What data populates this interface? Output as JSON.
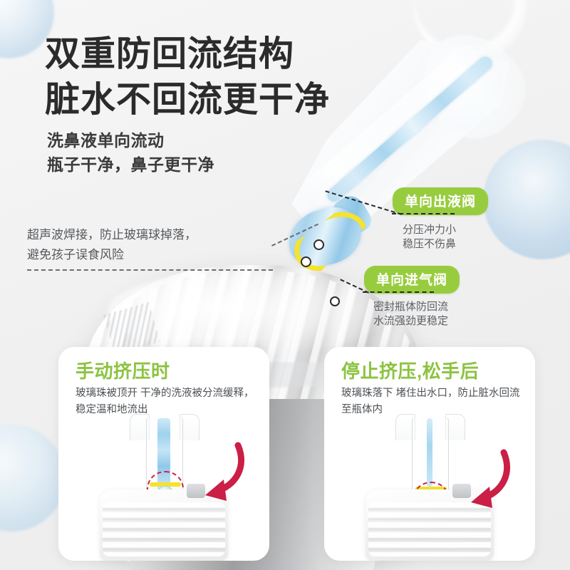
{
  "headline": {
    "line1": "双重防回流结构",
    "line2": "脏水不回流更干净"
  },
  "subheadline": {
    "line1": "洗鼻液单向流动",
    "line2": "瓶子干净，鼻子更干净"
  },
  "left_annotation": {
    "line1": "超声波焊接，防止玻璃球掉落，",
    "line2": "避免孩子误食风险"
  },
  "callouts": [
    {
      "badge": "单向出液阀",
      "desc_line1": "分压冲力小",
      "desc_line2": "稳压不伤鼻"
    },
    {
      "badge": "单向进气阀",
      "desc_line1": "密封瓶体防回流",
      "desc_line2": "水流强劲更稳定"
    }
  ],
  "cards": [
    {
      "heading": "手动挤压时",
      "body": "玻璃珠被顶开 干净的洗液被分流缓释，稳定温和地流出"
    },
    {
      "heading": "停止挤压,松手后",
      "body": "玻璃珠落下 堵住出水口，防止脏水回流至瓶体内"
    }
  ],
  "colors": {
    "badge_green": "#98cc3f",
    "heading_green": "#8cc341",
    "headline_dark": "#2b2b2b",
    "body_gray": "#5c5f63",
    "highlight_red": "#d21f4b",
    "valve_yellow": "#f5e22a",
    "liquid_blue": "#9ed2ec",
    "background": "#f2f2f2"
  }
}
